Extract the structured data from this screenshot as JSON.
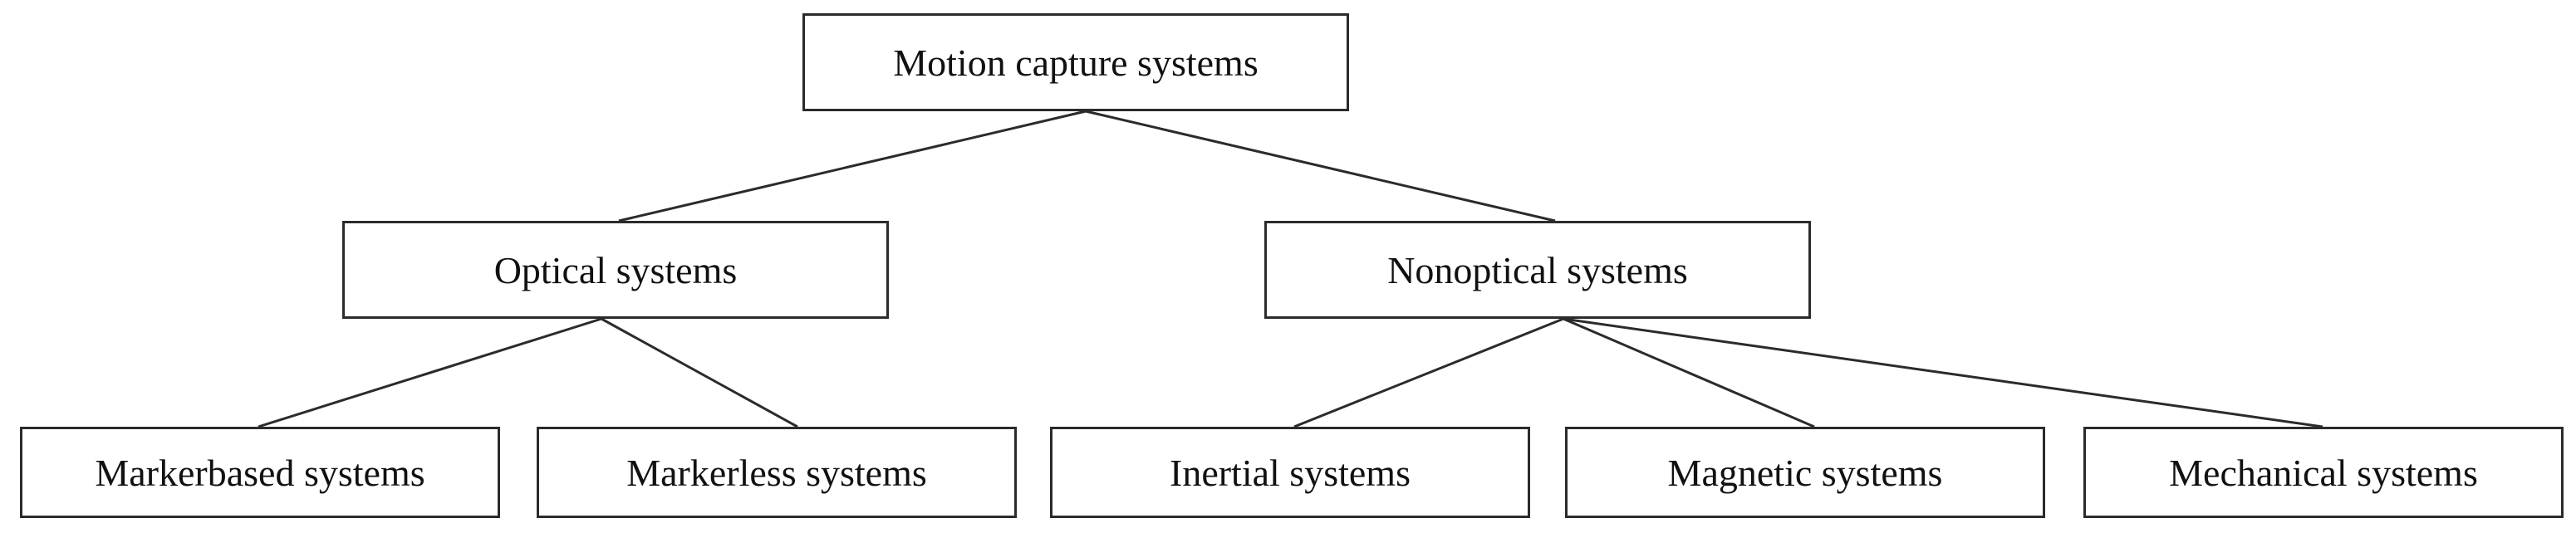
{
  "diagram": {
    "root": "Motion capture systems",
    "optical": "Optical systems",
    "nonoptical": "Nonoptical systems",
    "markerbased": "Markerbased systems",
    "markerless": "Markerless systems",
    "inertial": "Inertial systems",
    "magnetic": "Magnetic systems",
    "mechanical": "Mechanical systems"
  },
  "colors": {
    "line": "#2b2b2b",
    "text": "#111111",
    "background": "#ffffff"
  }
}
